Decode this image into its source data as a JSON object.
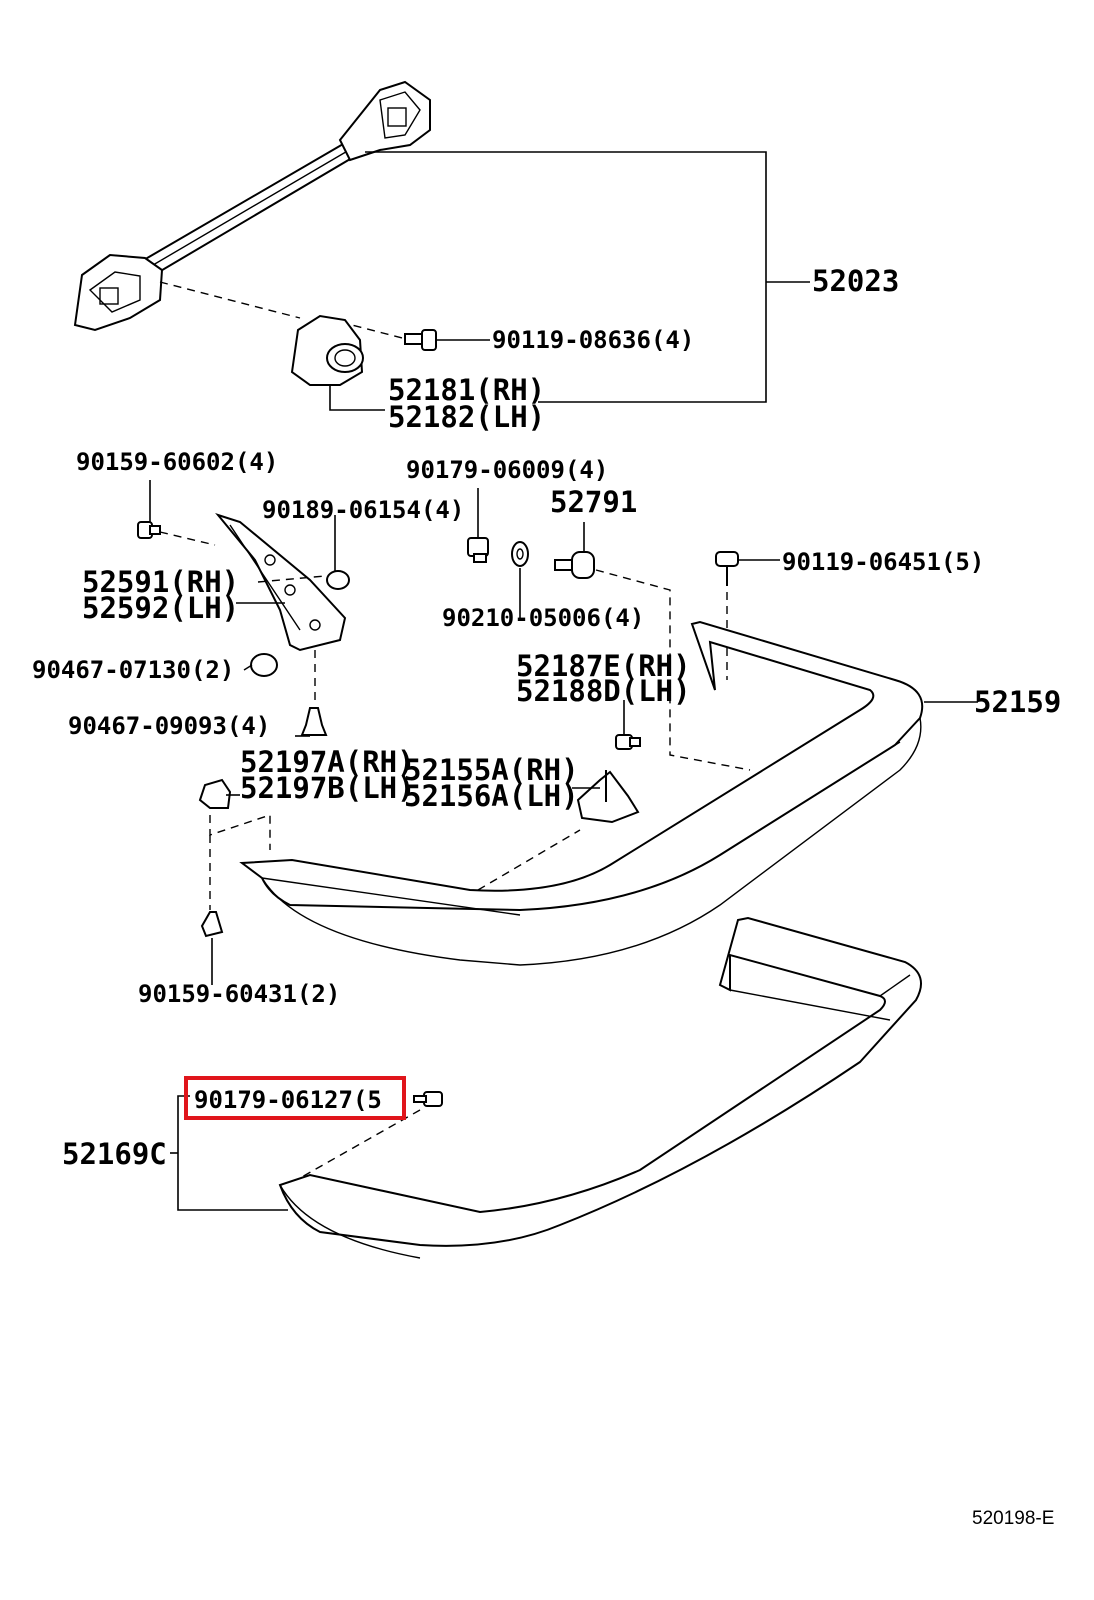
{
  "diagram_id": "520198-E",
  "highlight_color": "#e0151b",
  "highlighted_part": "90179-06127(5",
  "labels": {
    "p52023": "52023",
    "p90119_08636": "90119-08636(4)",
    "p52181": "52181(RH)",
    "p52182": "52182(LH)",
    "p90159_60602": "90159-60602(4)",
    "p90179_06009": "90179-06009(4)",
    "p90189_06154": "90189-06154(4)",
    "p52791": "52791",
    "p90119_06451": "90119-06451(5)",
    "p52591": "52591(RH)",
    "p52592": "52592(LH)",
    "p90210_05006": "90210-05006(4)",
    "p90467_07130": "90467-07130(2)",
    "p52187E": "52187E(RH)",
    "p52188D": "52188D(LH)",
    "p52159": "52159",
    "p90467_09093": "90467-09093(4)",
    "p52197A": "52197A(RH)",
    "p52197B": "52197B(LH)",
    "p52155A": "52155A(RH)",
    "p52156A": "52156A(LH)",
    "p90159_60431": "90159-60431(2)",
    "p90179_06127": "90179-06127(5",
    "p52169C": "52169C"
  }
}
